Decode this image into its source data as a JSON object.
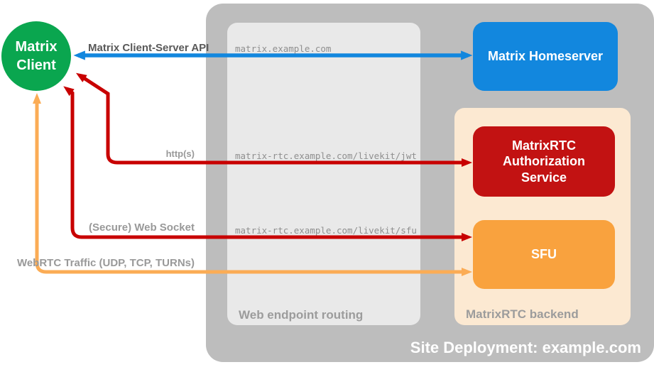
{
  "diagram": {
    "type": "deployment-architecture",
    "site_caption": "Site Deployment: example.com"
  },
  "containers": {
    "web_endpoint_routing": {
      "label": "Web endpoint routing",
      "fill": "#e9e9e9"
    },
    "matrixrtc_backend": {
      "label": "MatrixRTC backend",
      "fill": "#fce9d2"
    },
    "site_deployment": {
      "label": "Site Deployment: example.com",
      "fill": "#bdbdbd"
    }
  },
  "nodes": {
    "client": {
      "label": "Matrix Client",
      "shape": "circle",
      "color": "#0aa64f"
    },
    "homeserver": {
      "label": "Matrix Homeserver",
      "color": "#1287de"
    },
    "auth_service": {
      "label": "MatrixRTC Authorization Service",
      "color": "#c21212"
    },
    "sfu": {
      "label": "SFU",
      "color": "#f9a23e"
    }
  },
  "edges": {
    "client_server_api": {
      "label": "Matrix Client-Server API",
      "route": "matrix.example.com",
      "from": "Matrix Client",
      "to": "Matrix Homeserver",
      "color": "#1287de",
      "bidirectional": true
    },
    "https": {
      "label": "http(s)",
      "route": "matrix-rtc.example.com/livekit/jwt",
      "from": "Matrix Client",
      "to": "MatrixRTC Authorization Service",
      "color": "#c80000",
      "bidirectional": true
    },
    "websocket": {
      "label": "(Secure) Web Socket",
      "route": "matrix-rtc.example.com/livekit/sfu",
      "from": "Matrix Client",
      "to": "SFU",
      "color": "#c80000",
      "bidirectional": true
    },
    "webrtc": {
      "label": "WebRTC Traffic (UDP, TCP, TURNs)",
      "route": "",
      "from": "Matrix Client",
      "to": "SFU",
      "color": "#fbac55",
      "bidirectional": true
    }
  }
}
